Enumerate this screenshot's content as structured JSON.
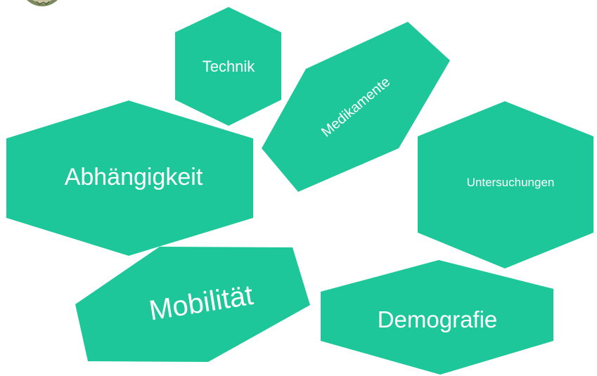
{
  "diagram": {
    "shape_color": "#1ec79a",
    "text_color": "#ffffff",
    "shapes": [
      {
        "key": "technik",
        "label": "Technik"
      },
      {
        "key": "medikamente",
        "label": "Medikamente"
      },
      {
        "key": "abhaengigkeit",
        "label": "Abhängigkeit"
      },
      {
        "key": "untersuchungen",
        "label": "Untersuchungen"
      },
      {
        "key": "mobilitaet",
        "label": "Mobilität"
      },
      {
        "key": "demografie",
        "label": "Demografie"
      }
    ]
  },
  "corner_logo": {
    "icon": "seal-logo-fragment"
  }
}
